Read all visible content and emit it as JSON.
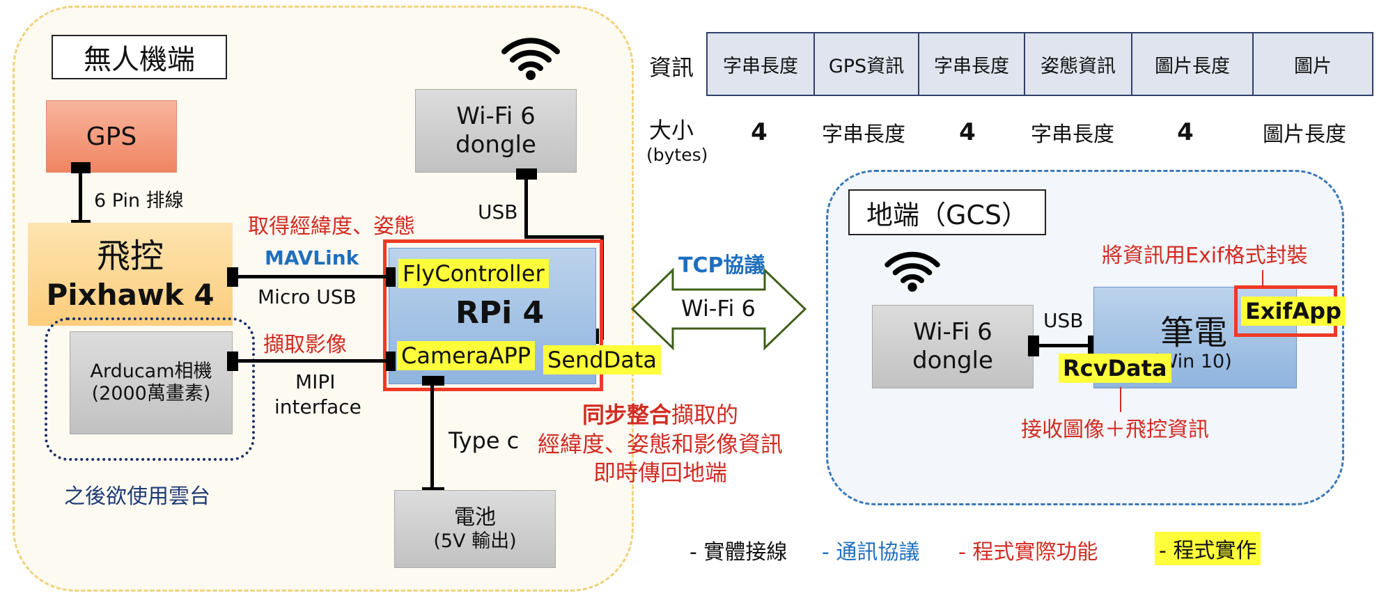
{
  "drone": {
    "title": "無人機端",
    "gps": "GPS",
    "gps_link": "6 Pin 排線",
    "fc_line1": "飛控",
    "fc_line2": "Pixhawk 4",
    "camera_line1": "Arducam相機",
    "camera_line2": "(2000萬畫素)",
    "camera_note": "之後欲使用雲台",
    "wifi_line1": "Wi-Fi 6",
    "wifi_line2": "dongle",
    "usb": "USB",
    "battery_line1": "電池",
    "battery_line2": "(5V 輸出)",
    "type_c": "Type c",
    "fc_func": "取得經緯度、姿態",
    "mavlink": "MAVLink",
    "micro_usb": "Micro USB",
    "cam_func": "擷取影像",
    "mipi_line1": "MIPI",
    "mipi_line2": "interface",
    "rpi": "RPi 4",
    "fly_controller": "FlyController",
    "camera_app": "CameraAPP",
    "send_data": "SendData",
    "sync_bold": "同步整合",
    "sync_rest": "擷取的",
    "sync_line2": "經緯度、姿態和影像資訊",
    "sync_line3": "即時傳回地端"
  },
  "link": {
    "protocol": "TCP協議",
    "medium": "Wi-Fi 6"
  },
  "packet": {
    "row_label": "資訊",
    "size_label": "大小",
    "size_unit": "(bytes)",
    "fields": [
      "字串長度",
      "GPS資訊",
      "字串長度",
      "姿態資訊",
      "圖片長度",
      "圖片"
    ],
    "sizes": [
      "4",
      "字串長度",
      "4",
      "字串長度",
      "4",
      "圖片長度"
    ]
  },
  "gcs": {
    "title": "地端（GCS）",
    "wifi_line1": "Wi-Fi 6",
    "wifi_line2": "dongle",
    "usb": "USB",
    "laptop": "筆電",
    "laptop_os": "(Win 10)",
    "exif_app": "ExifApp",
    "rcv_data": "RcvData",
    "exif_func": "將資訊用Exif格式封裝",
    "rcv_func": "接收圖像＋飛控資訊"
  },
  "legend": {
    "physical": "- 實體接線",
    "protocol": "- 通訊協議",
    "function": "- 程式實際功能",
    "implementation": "- 程式實作"
  },
  "colors": {
    "protocol_blue": "#1f6fbf",
    "function_red": "#d12b22",
    "highlight_yellow": "#fefe3a",
    "outline_red": "#ee3a24"
  },
  "icons": [
    "wifi-icon",
    "double-arrow-icon"
  ]
}
